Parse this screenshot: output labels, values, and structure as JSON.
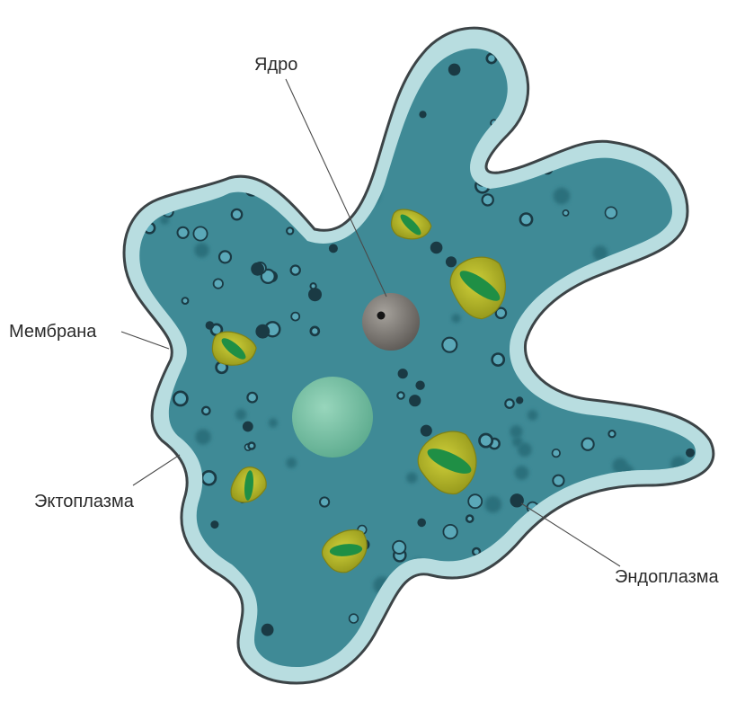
{
  "labels": {
    "nucleus": "Ядро",
    "membrane": "Мембрана",
    "ectoplasm": "Эктоплазма",
    "endoplasm": "Эндоплазма"
  },
  "colors": {
    "background": "#ffffff",
    "membrane_outline": "#3c4447",
    "ectoplasm": "#b8dde0",
    "endoplasm": "#3f8a96",
    "granule_ring": "#1a3a44",
    "nucleus": "#7c7874",
    "contractile_vacuole": "#7cc2a6",
    "food_vacuole": "#b4b426",
    "food_vacuole_core": "#1f8f45",
    "label_text": "#2b2b2b",
    "leader_line": "#4a4a4a"
  }
}
